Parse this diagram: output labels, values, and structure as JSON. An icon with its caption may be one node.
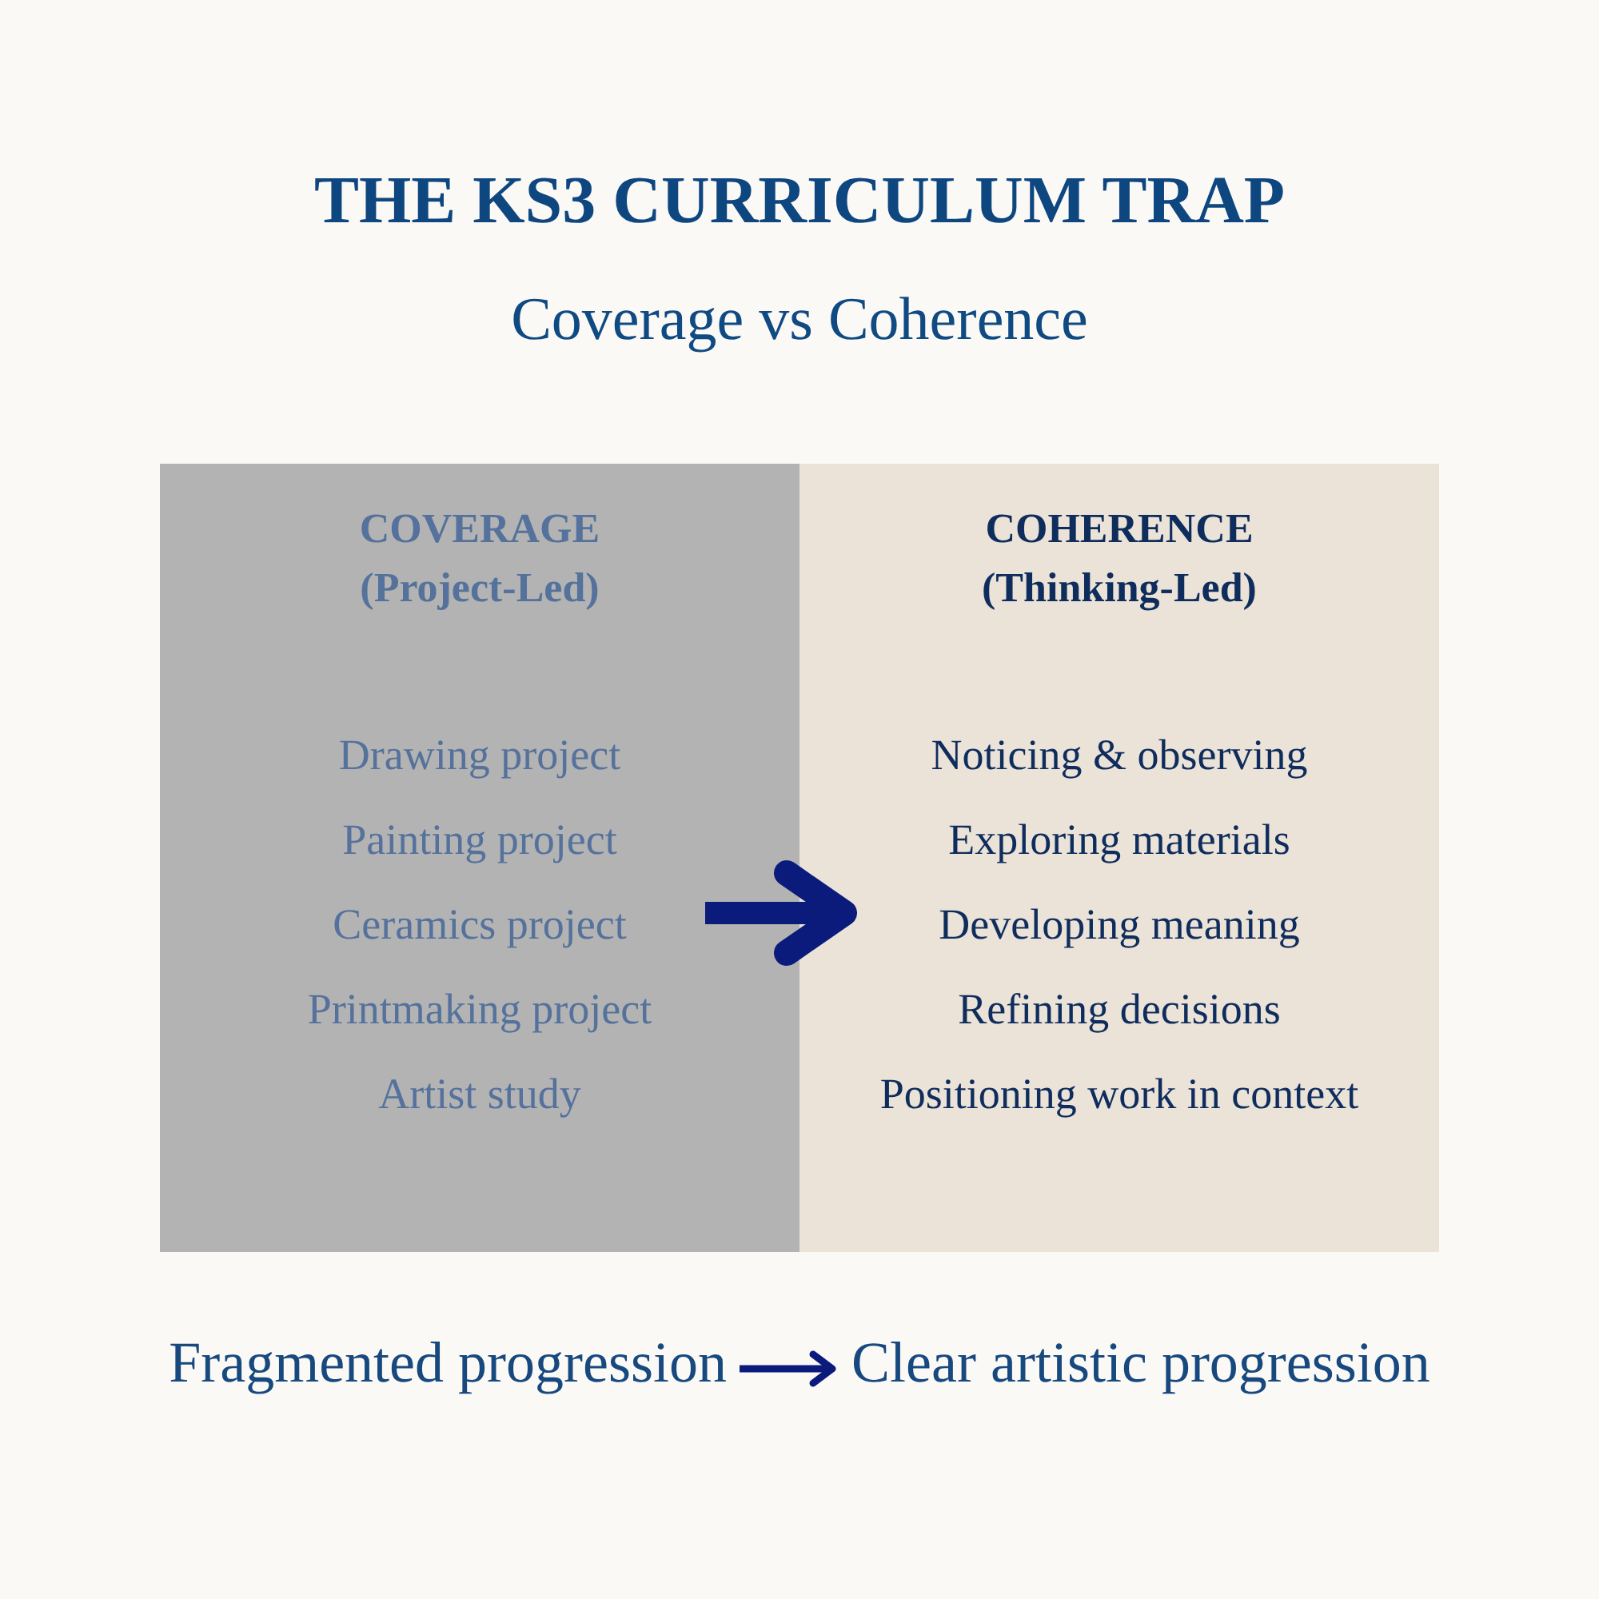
{
  "diagram": {
    "title": "THE KS3 CURRICULUM TRAP",
    "nodes": [
      {
        "text": [
          "COVERAGE (Project-Led)",
          "Drawing project",
          "Painting project",
          "Ceramics project",
          "Printmaking project",
          "Artist study"
        ]
      },
      {
        "text": [
          "COHERENCE (Thinking-Led)",
          "Noticing & observing",
          "Exploring materials",
          "Developing meaning",
          "Refining decisions",
          "Positioning work in context"
        ]
      },
      {
        "text": [
          "Fragmented progression"
        ]
      },
      {
        "text": [
          "Clear artistic progression"
        ]
      }
    ],
    "edges": [
      {
        "from": 0,
        "to": 1,
        "arrow": "to",
        "style": "thick"
      },
      {
        "from": 2,
        "to": 3,
        "arrow": "to"
      }
    ],
    "labels": [
      "Coverage vs Coherence"
    ]
  }
}
